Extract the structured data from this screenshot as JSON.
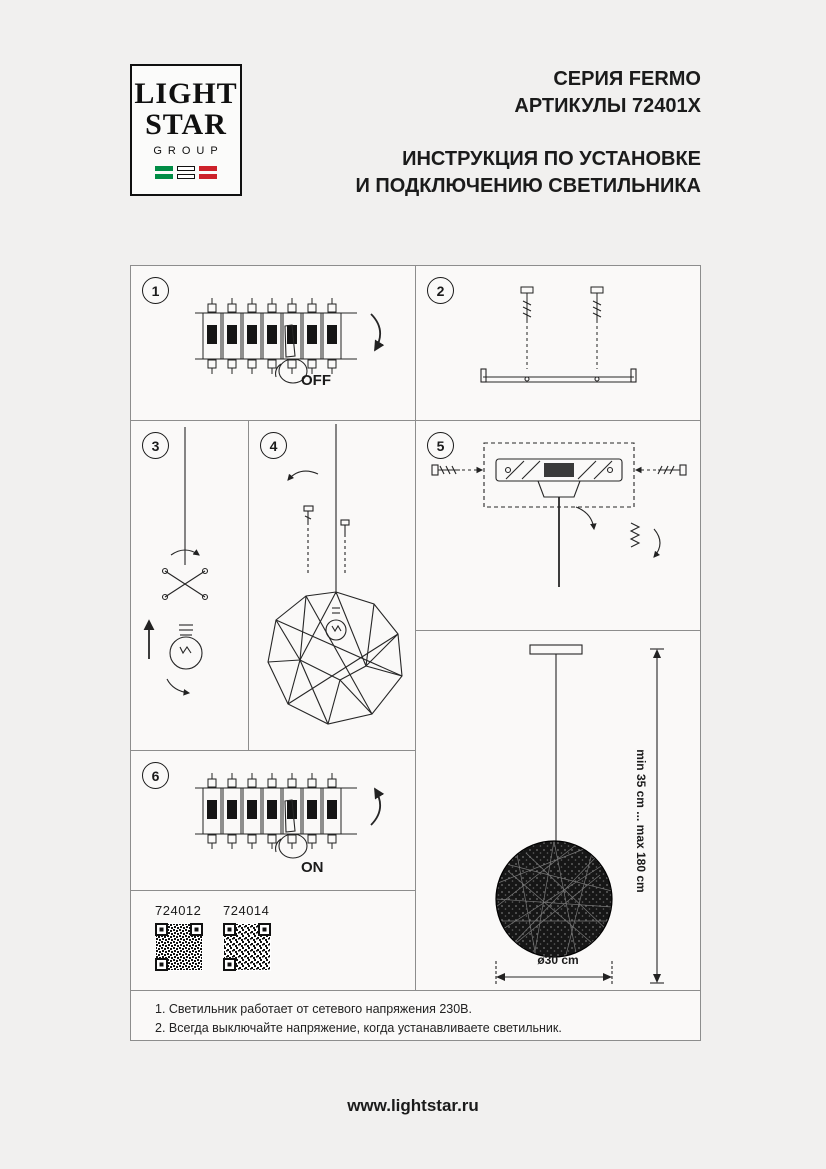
{
  "colors": {
    "flag_green": "#008C45",
    "flag_red": "#CD212A"
  },
  "header": {
    "logo": {
      "word1": "LIGHT",
      "word2": "STAR",
      "word3": "GROUP"
    },
    "series": "СЕРИЯ FERMO",
    "articles": "АРТИКУЛЫ 72401X",
    "instruction_line1": "ИНСТРУКЦИЯ ПО УСТАНОВКЕ",
    "instruction_line2": "И ПОДКЛЮЧЕНИЮ СВЕТИЛЬНИКА"
  },
  "steps": {
    "s1": {
      "number": "1",
      "caption": "OFF"
    },
    "s2": {
      "number": "2"
    },
    "s3": {
      "number": "3"
    },
    "s4": {
      "number": "4"
    },
    "s5": {
      "number": "5"
    },
    "s6": {
      "number": "6",
      "caption": "ON"
    }
  },
  "dimensions": {
    "height_range": "min 35 cm ... max 180 cm",
    "diameter": "ø30 cm"
  },
  "qr_codes": [
    {
      "label": "724012"
    },
    {
      "label": "724014"
    }
  ],
  "notes": [
    "1. Светильник работает от сетевого напряжения 230В.",
    "2. Всегда выключайте напряжение, когда устанавливаете светильник."
  ],
  "footer": {
    "website": "www.lightstar.ru"
  }
}
